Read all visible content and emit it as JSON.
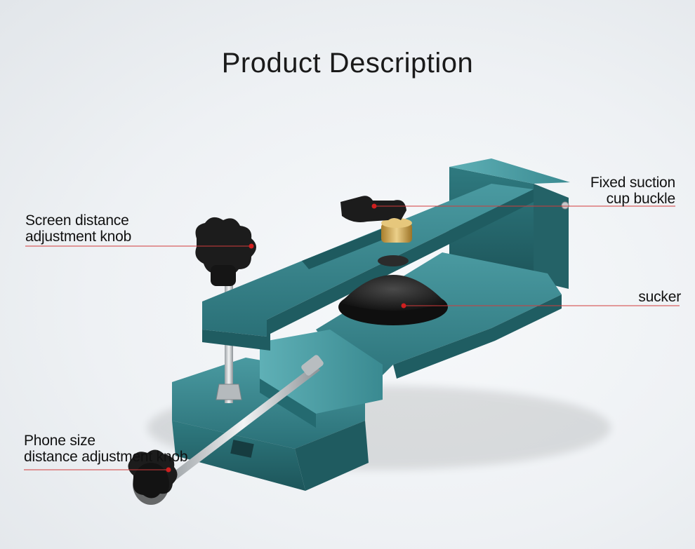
{
  "page": {
    "title": "Product Description"
  },
  "callouts": [
    {
      "id": "screen-distance-knob",
      "lines": [
        "Screen distance",
        "adjustment knob"
      ]
    },
    {
      "id": "phone-size-knob",
      "lines": [
        "Phone size",
        "distance adjustment knob"
      ]
    },
    {
      "id": "fixed-suction-buckle",
      "lines": [
        "Fixed suction",
        "cup buckle"
      ]
    },
    {
      "id": "sucker",
      "lines": [
        "sucker"
      ]
    }
  ],
  "colors": {
    "fixture_body": "#2f7f86",
    "fixture_shadow": "#1e5a60",
    "knob": "#1c1c1c",
    "brass_collar": "#c9a24a",
    "callout_line": "#d23b3b",
    "callout_dot": "#d01f1f"
  }
}
